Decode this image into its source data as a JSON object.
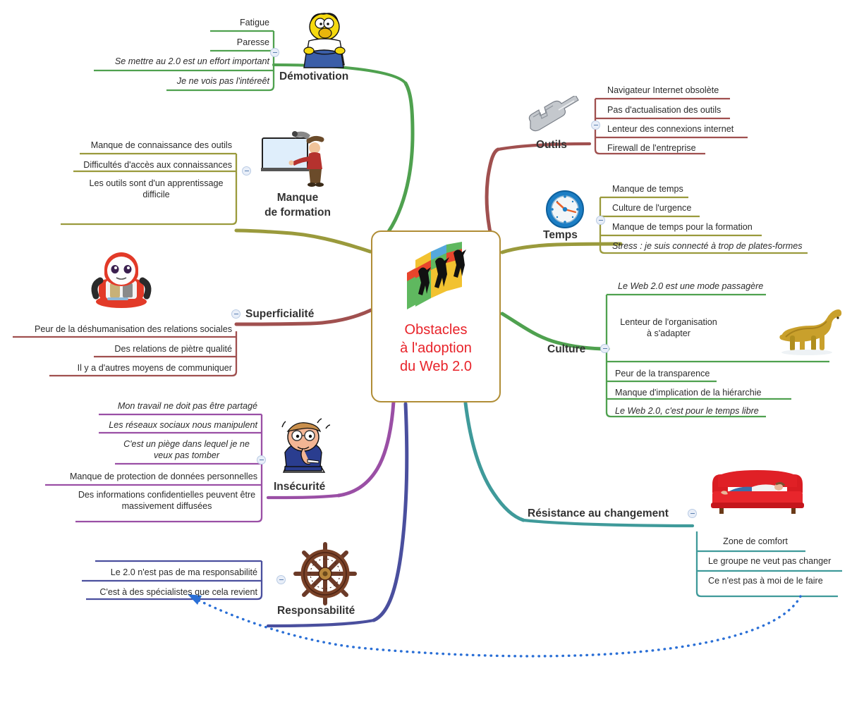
{
  "central": {
    "title": "Obstacles\nà l'adoption\ndu Web 2.0",
    "icon": "climbers-on-blocks-image",
    "border_color": "#b08d36",
    "text_color": "#e8232a"
  },
  "branches": [
    {
      "id": "demotivation",
      "label": "Démotivation",
      "color": "#4fa14f",
      "side": "left",
      "icon": "homer-simpson-image",
      "children": [
        {
          "text": "Fatigue",
          "italic": false
        },
        {
          "text": "Paresse",
          "italic": false
        },
        {
          "text": "Se mettre au 2.0 est un effort important",
          "italic": true
        },
        {
          "text": "Je ne vois pas l'intéreêt",
          "italic": true
        }
      ]
    },
    {
      "id": "manque-de-formation",
      "label": "Manque\nde formation",
      "color": "#9a9a3c",
      "side": "left",
      "icon": "whiteboard-trainer-image",
      "children": [
        {
          "text": "Manque de connaissance des outils",
          "italic": false
        },
        {
          "text": "Difficultés d'accès aux connaissances",
          "italic": false
        },
        {
          "text": "Les outils sont d'un apprentissage difficile",
          "italic": false
        }
      ]
    },
    {
      "id": "superficialite",
      "label": "Superficialité",
      "color": "#a0504f",
      "side": "left",
      "icon": "red-robot-image",
      "children": [
        {
          "text": "Peur de la déshumanisation des relations sociales",
          "italic": false
        },
        {
          "text": "Des relations de piètre qualité",
          "italic": false
        },
        {
          "text": "Il y a d'autres moyens de communiquer",
          "italic": false
        }
      ]
    },
    {
      "id": "insecurite",
      "label": "Insécurité",
      "color": "#9a4fa5",
      "side": "left",
      "icon": "worried-man-image",
      "children": [
        {
          "text": "Mon travail ne doit pas être partagé",
          "italic": true
        },
        {
          "text": "Les réseaux sociaux nous manipulent",
          "italic": true
        },
        {
          "text": "C'est un piège dans lequel je ne veux pas tomber",
          "italic": true
        },
        {
          "text": "Manque de protection de données personnelles",
          "italic": false
        },
        {
          "text": "Des informations confidentielles peuvent être massivement diffusées",
          "italic": false
        }
      ]
    },
    {
      "id": "responsabilite",
      "label": "Responsabilité",
      "color": "#4a4f9e",
      "side": "left",
      "icon": "ships-wheel-image",
      "children": [
        {
          "text": "Le 2.0 n'est pas de ma responsabilité",
          "italic": false
        },
        {
          "text": "C'est à des spécialistes que cela revient",
          "italic": false
        }
      ]
    },
    {
      "id": "outils",
      "label": "Outils",
      "color": "#a0504f",
      "side": "right",
      "icon": "wrench-image",
      "children": [
        {
          "text": "Navigateur Internet obsolète",
          "italic": false
        },
        {
          "text": "Pas d'actualisation des outils",
          "italic": false
        },
        {
          "text": "Lenteur des connexions internet",
          "italic": false
        },
        {
          "text": "Firewall de l'entreprise",
          "italic": false
        }
      ]
    },
    {
      "id": "temps",
      "label": "Temps",
      "color": "#9a9a3c",
      "side": "right",
      "icon": "clock-image",
      "children": [
        {
          "text": "Manque de temps",
          "italic": false
        },
        {
          "text": "Culture de l'urgence",
          "italic": false
        },
        {
          "text": "Manque de temps pour la formation",
          "italic": false
        },
        {
          "text": "Stress : je suis connecté à trop de plates-formes",
          "italic": true
        }
      ]
    },
    {
      "id": "culture",
      "label": "Culture",
      "color": "#4fa14f",
      "side": "right",
      "icon": "dinosaur-image",
      "children": [
        {
          "text": "Le Web 2.0 est une mode passagère",
          "italic": true
        },
        {
          "text": "Lenteur de l'organisation\nà s'adapter",
          "italic": false
        },
        {
          "text": "Peur de la transparence",
          "italic": false
        },
        {
          "text": "Manque d'implication de la hiérarchie",
          "italic": false
        },
        {
          "text": "Le Web 2.0, c'est pour le temps libre",
          "italic": true
        }
      ]
    },
    {
      "id": "resistance-au-changement",
      "label": "Résistance au changement",
      "color": "#3f9a9a",
      "side": "right",
      "icon": "man-on-red-sofa-image",
      "children": [
        {
          "text": "Zone de comfort",
          "italic": false
        },
        {
          "text": "Le groupe ne veut pas changer",
          "italic": false
        },
        {
          "text": "Ce n'est pas à moi de le faire",
          "italic": false
        }
      ]
    }
  ],
  "relationship_arrow": {
    "name": "dotted-relationship-arrow",
    "color": "#2a6fd6",
    "from": "Ce n'est pas à moi de le faire",
    "to": "C'est à des spécialistes que cela revient"
  }
}
